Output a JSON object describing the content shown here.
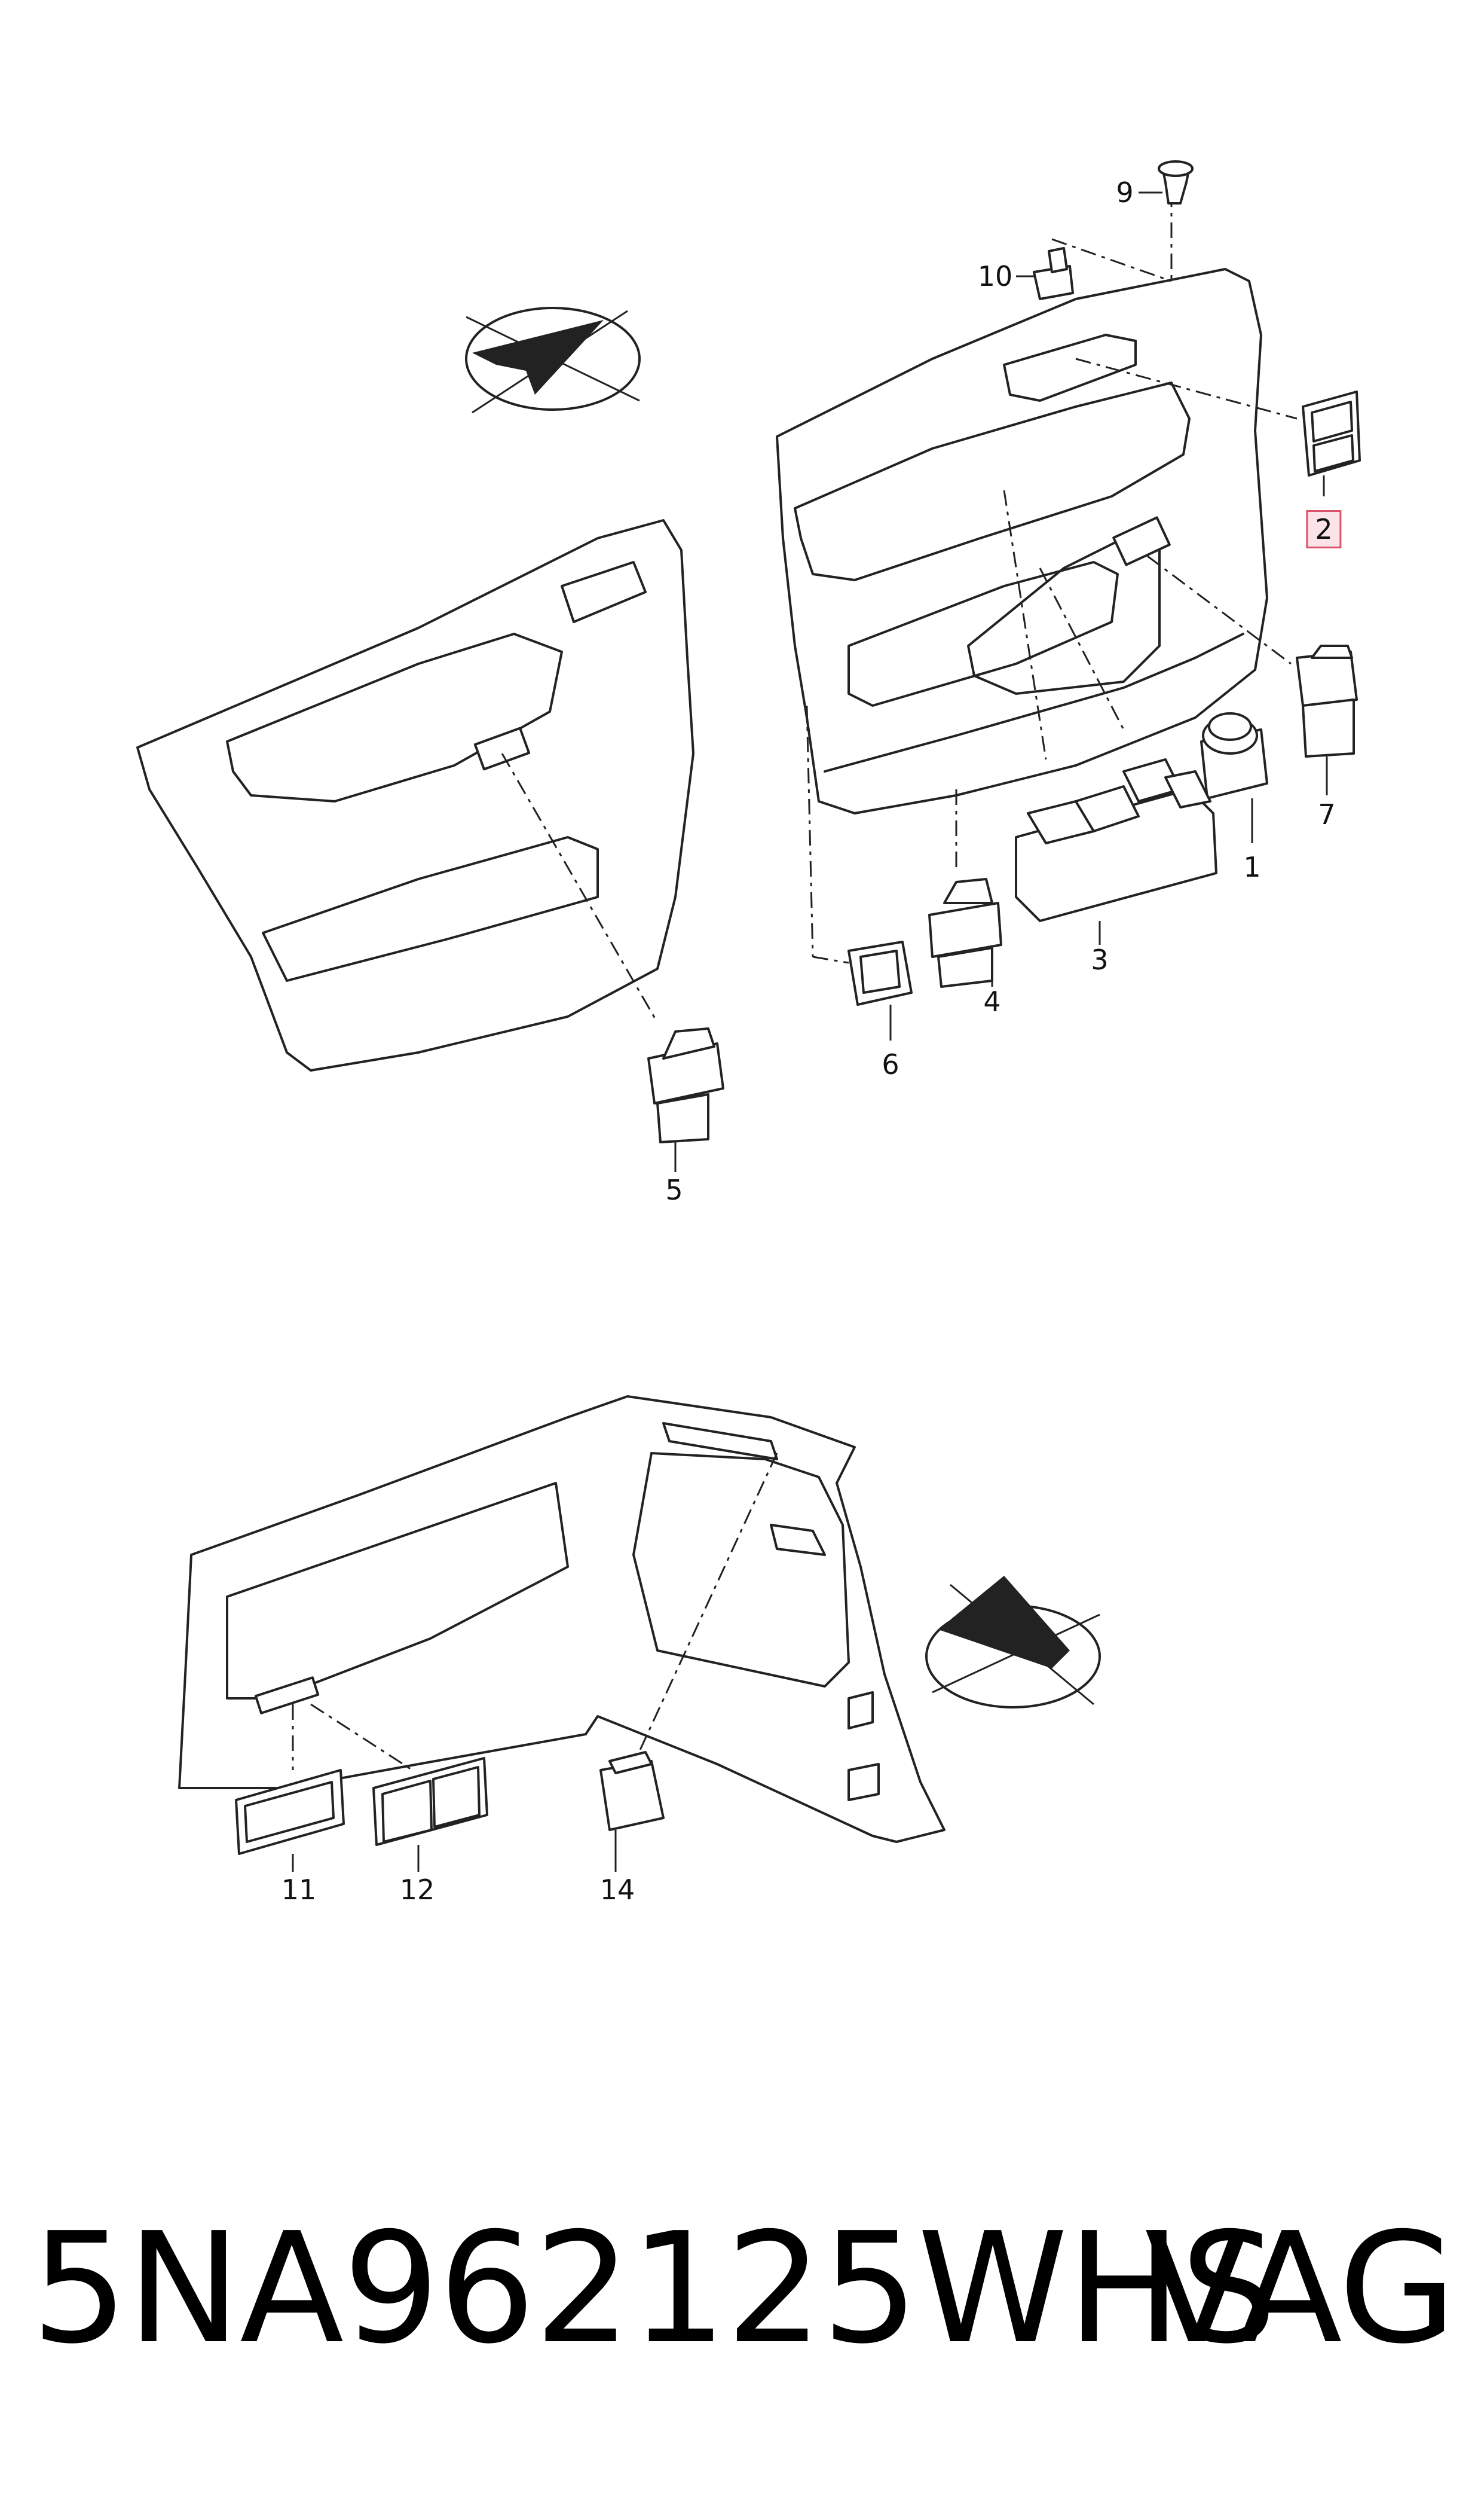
{
  "labels": {
    "p1": "1",
    "p2": "2",
    "p3": "3",
    "p4": "4",
    "p5": "5",
    "p6": "6",
    "p7": "7",
    "p9": "9",
    "p10": "10",
    "p11": "11",
    "p12": "12",
    "p14": "14"
  },
  "highlighted_part": "2",
  "footer": {
    "part_number": "5NA962125WHS",
    "brand": "VAG"
  },
  "colors": {
    "highlight_border": "#d9536a",
    "highlight_fill": "#fbe3e8",
    "line": "#222222"
  }
}
